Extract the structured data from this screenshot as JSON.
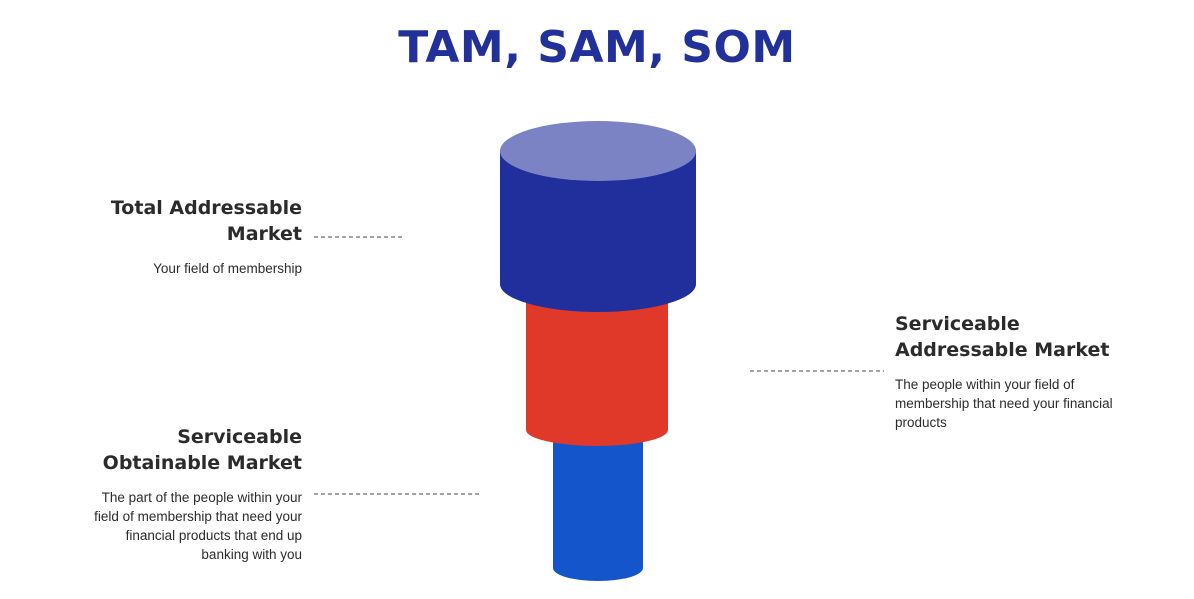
{
  "title": "TAM, SAM, SOM",
  "tam": {
    "title_line1": "Total Addressable",
    "title_line2": "Market",
    "description": "Your field of membership"
  },
  "sam": {
    "title_line1": "Serviceable",
    "title_line2": "Addressable Market",
    "description_line1": "The people within your field of",
    "description_line2": "membership that need your financial",
    "description_line3": "products"
  },
  "som": {
    "title_line1": "Serviceable",
    "title_line2": "Obtainable Market",
    "description_line1": "The part of the people within your",
    "description_line2": "field of membership that need your",
    "description_line3": "financial products that end up",
    "description_line4": "banking with you"
  },
  "colors": {
    "title": "#22309a",
    "tam_body": "#212f9c",
    "tam_top": "#7b83c4",
    "sam_body": "#e0392a",
    "som_body": "#1455cc",
    "text": "#2b2b2b",
    "connector": "#444444"
  }
}
